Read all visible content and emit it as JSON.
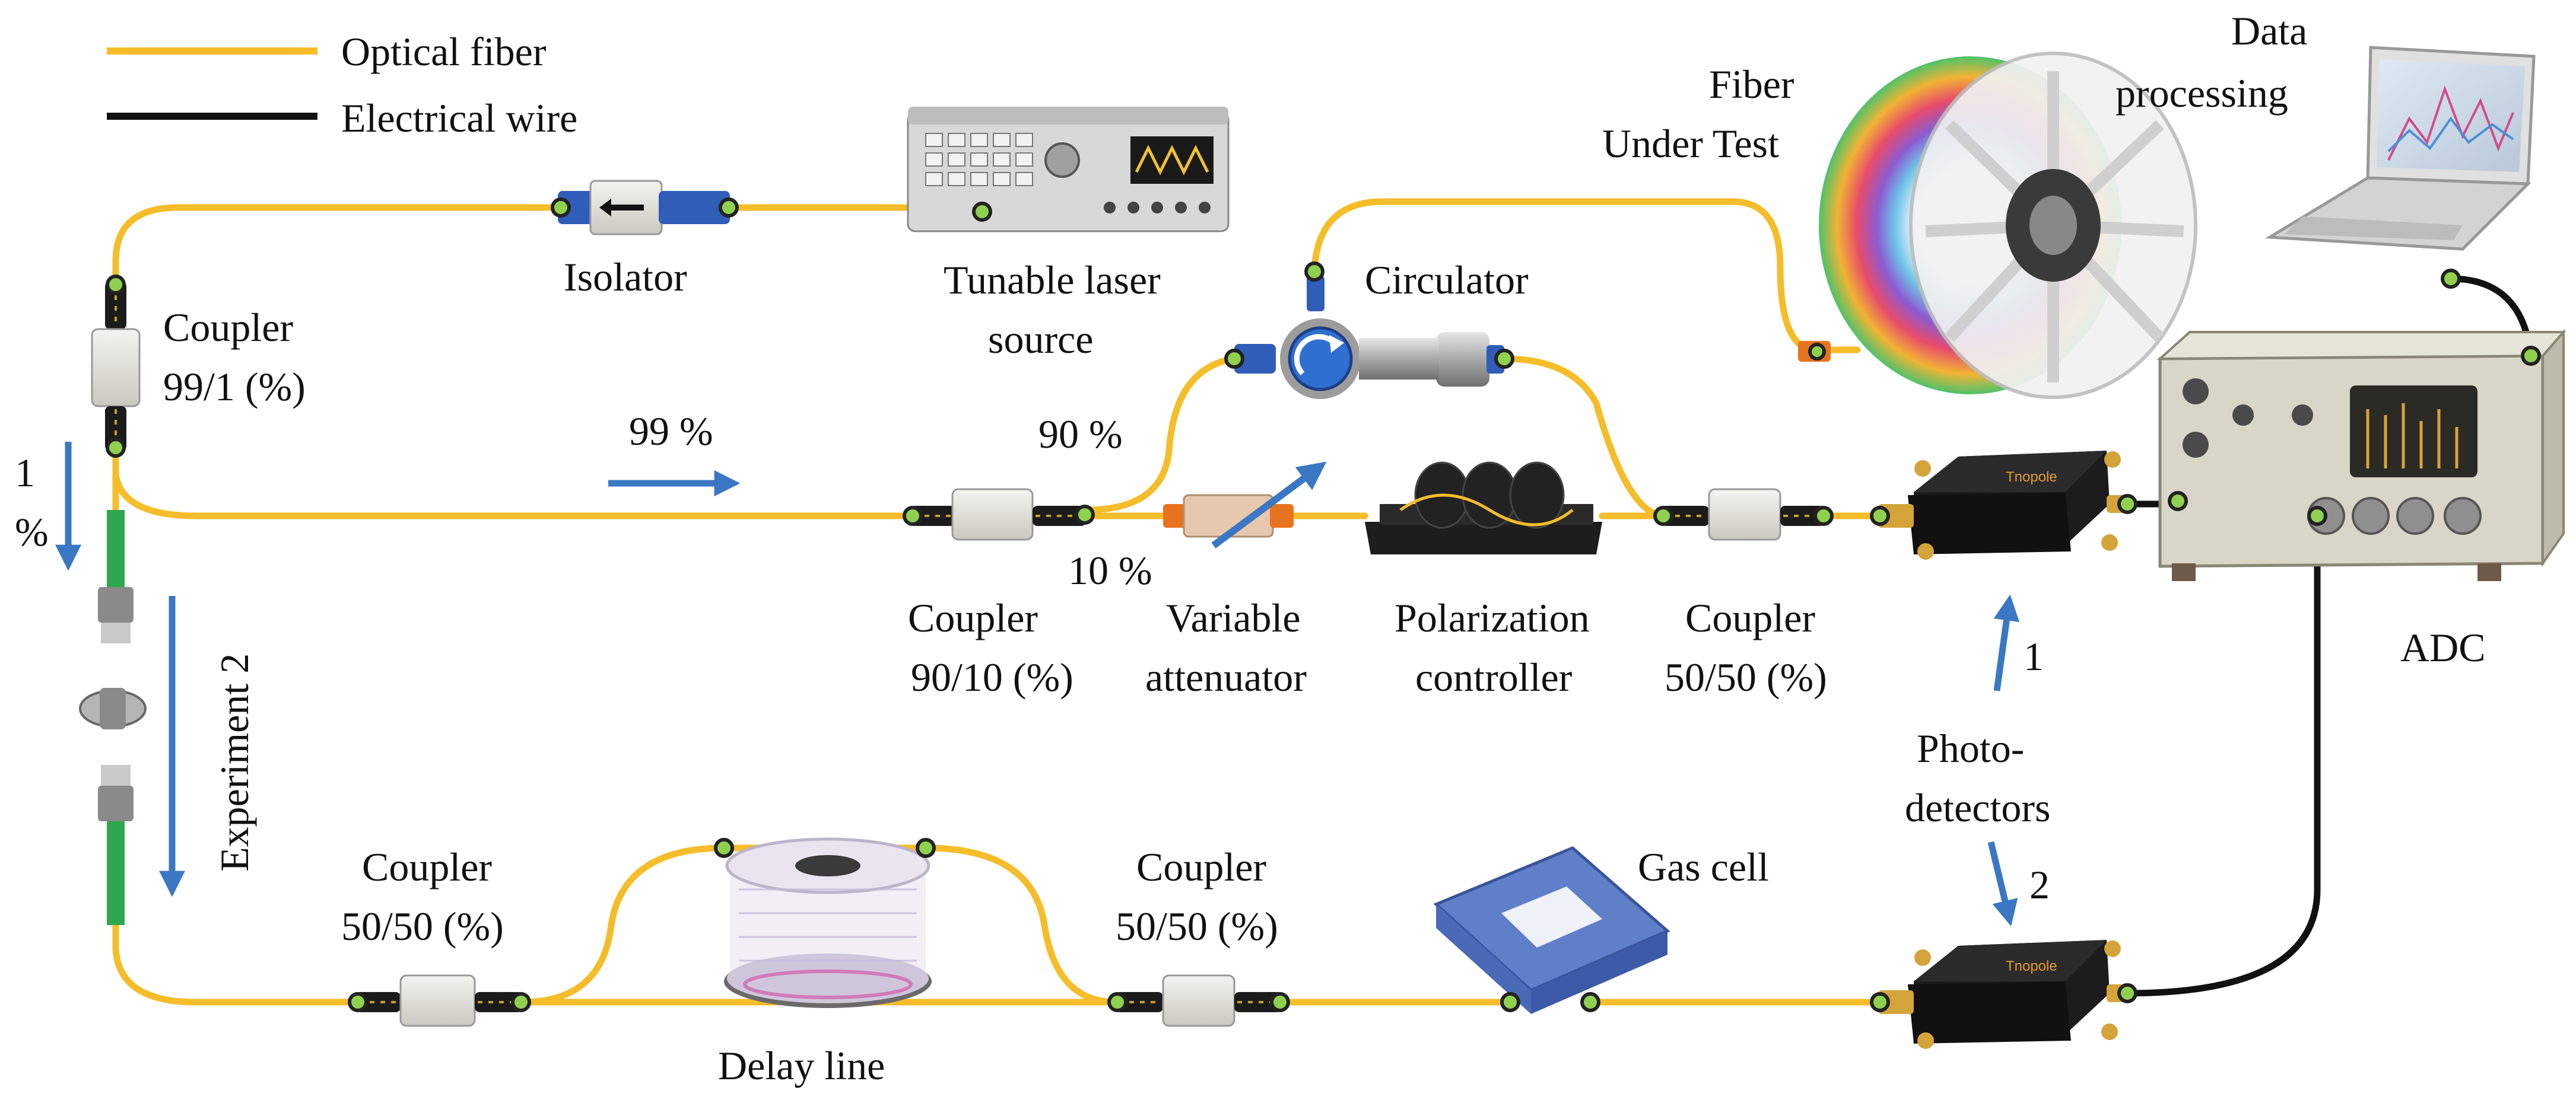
{
  "legend": {
    "fiber_label": "Optical fiber",
    "wire_label": "Electrical wire",
    "fiber_color": "#f6bd2a",
    "wire_color": "#111111"
  },
  "labels": {
    "coupler_99_1": [
      "Coupler",
      "99/1 (%)"
    ],
    "isolator": "Isolator",
    "tunable_laser": [
      "Tunable laser",
      "source"
    ],
    "circulator": "Circulator",
    "fiber_under_test": [
      "Fiber",
      "Under Test"
    ],
    "data_processing": [
      "Data",
      "processing"
    ],
    "pct_99": "99 %",
    "pct_90": "90 %",
    "pct_10": "10 %",
    "pct_1": [
      "1",
      "%"
    ],
    "coupler_90_10": [
      "Coupler",
      "90/10 (%)"
    ],
    "variable_attenuator": [
      "Variable",
      "attenuator"
    ],
    "polarization_controller": [
      "Polarization",
      "controller"
    ],
    "coupler_50_50_top": [
      "Coupler",
      "50/50 (%)"
    ],
    "adc": "ADC",
    "photodetectors": [
      "Photo-",
      "detectors"
    ],
    "pd_1": "1",
    "pd_2": "2",
    "experiment_2": "Experiment 2",
    "coupler_50_50_left": [
      "Coupler",
      "50/50 (%)"
    ],
    "coupler_50_50_mid": [
      "Coupler",
      "50/50 (%)"
    ],
    "delay_line": "Delay line",
    "gas_cell": "Gas cell",
    "pd_brand": "Tnopole"
  },
  "colors": {
    "arrow_blue": "#3a78c4",
    "connector_green": "#8fd14f",
    "circulator_blue": "#2f6fd1",
    "connector_orange": "#e8731e",
    "gas_cell_blue": "#5f7fc9"
  },
  "icons": {
    "isolator": "isolator-icon",
    "laser": "tunable-laser-icon",
    "circulator": "circulator-icon",
    "spool": "fiber-spool-icon",
    "laptop": "laptop-icon",
    "oscilloscope": "adc-oscilloscope-icon",
    "photodetector": "photodetector-icon",
    "polarization": "polarization-controller-icon",
    "attenuator": "variable-attenuator-icon",
    "gas_cell": "gas-cell-icon",
    "delay": "delay-line-spool-icon",
    "fc_connector": "fc-connector-icon"
  }
}
